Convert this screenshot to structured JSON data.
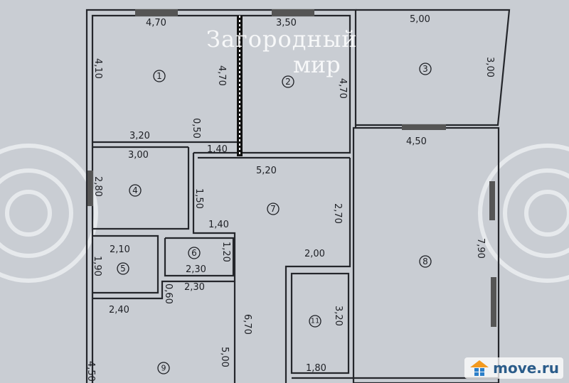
{
  "watermark": {
    "line1": "Загородный",
    "line2": "мир"
  },
  "logo": {
    "text": "move.ru",
    "colors": {
      "house": "#f39a1f",
      "grid": "#2b7fc9"
    }
  },
  "rooms": [
    {
      "number": "1"
    },
    {
      "number": "2"
    },
    {
      "number": "3"
    },
    {
      "number": "4"
    },
    {
      "number": "5"
    },
    {
      "number": "6"
    },
    {
      "number": "7"
    },
    {
      "number": "8"
    },
    {
      "number": "9"
    },
    {
      "number": "11"
    }
  ],
  "dimensions": {
    "r1_top": "4,70",
    "r1_left": "4,10",
    "r1_right": "4,70",
    "r1_bottom": "3,20",
    "r2_top": "3,50",
    "r2_right": "4,70",
    "r3_top": "5,00",
    "r3_right": "3,00",
    "r8_top": "4,50",
    "r8_right": "7,90",
    "hall_step": "0,50",
    "hall_door": "1,40",
    "r7_top": "5,20",
    "r7_right": "2,70",
    "r7_mid": "1,50",
    "r4_top": "3,00",
    "r4_left": "2,80",
    "r6_top": "1,40",
    "r6_right": "1,20",
    "r6_bottom": "2,30",
    "r5_top": "2,10",
    "r5_left": "1,90",
    "r9_top": "2,30",
    "r9_step": "0,60",
    "r9_door": "2,40",
    "r9_right": "6,70",
    "r9_inner": "5,00",
    "r9_left": "4,50",
    "r11_top": "2,00",
    "r11_right": "3,20",
    "r11_bottom": "1,80"
  }
}
